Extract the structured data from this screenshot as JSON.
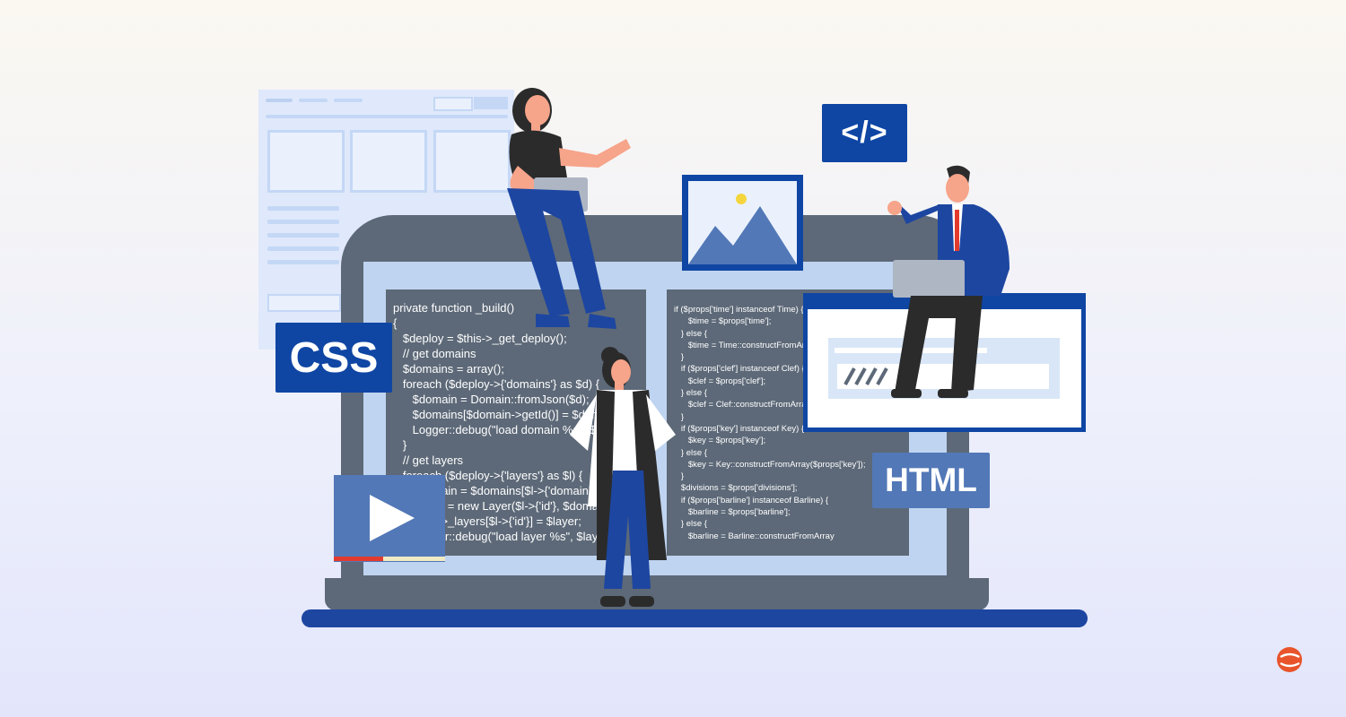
{
  "badges": {
    "css": "CSS",
    "code_tag": "</>",
    "html": "HTML"
  },
  "code_left": [
    "private function _build()",
    "{",
    "   $deploy = $this->_get_deploy();",
    "   // get domains",
    "   $domains = array();",
    "   foreach ($deploy->{'domains'} as $d) {",
    "      $domain = Domain::fromJson($d);",
    "      $domains[$domain->getId()] = $domain;",
    "      Logger::debug(\"load domain %s\", $d);",
    "   }",
    "   // get layers",
    "   foreach ($deploy->{'layers'} as $l) {",
    "      $domain = $domains[$l->{'domain'}];",
    "      $layer = new Layer($l->{'id'}, $domain);",
    "      $this->_layers[$l->{'id'}] = $layer;",
    "      Logger::debug(\"load layer %s\", $layer);"
  ],
  "code_right": [
    "if ($props['time'] instanceof Time) {",
    "      $time = $props['time'];",
    "   } else {",
    "      $time = Time::constructFromArray($props['time']);",
    "   }",
    "   if ($props['clef'] instanceof Clef) {",
    "      $clef = $props['clef'];",
    "   } else {",
    "      $clef = Clef::constructFromArray($props['clef']);",
    "   }",
    "   if ($props['key'] instanceof Key) {",
    "      $key = $props['key'];",
    "   } else {",
    "      $key = Key::constructFromArray($props['key']);",
    "   }",
    "   $divisions = $props['divisions'];",
    "   if ($props['barline'] instanceof Barline) {",
    "      $barline = $props['barline'];",
    "   } else {",
    "      $barline = Barline::constructFromArray"
  ],
  "colors": {
    "brand_blue": "#0f46a4",
    "laptop_gray": "#5d6978",
    "light_blue": "#bfd4f0",
    "accent_orange": "#e8542b",
    "skin": "#f6a48a"
  },
  "icons": [
    "image-icon",
    "play-icon",
    "brand-logo-icon"
  ]
}
